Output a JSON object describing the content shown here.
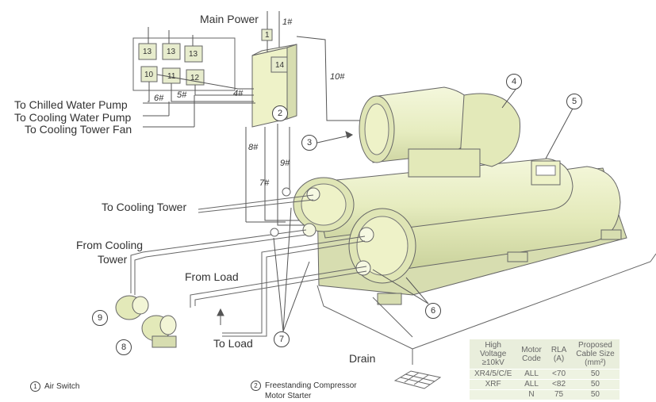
{
  "labels": {
    "main_power": "Main Power",
    "to_chilled_water_pump": "To Chilled Water Pump",
    "to_cooling_water_pump": "To Cooling Water Pump",
    "to_cooling_tower_fan": "To Cooling Tower Fan",
    "to_cooling_tower": "To Cooling Tower",
    "from_cooling_tower_1": "From Cooling",
    "from_cooling_tower_2": "Tower",
    "from_load": "From Load",
    "to_load": "To Load",
    "drain": "Drain"
  },
  "wire_numbers": {
    "w1": "1#",
    "w4": "4#",
    "w5": "5#",
    "w6": "6#",
    "w7": "7#",
    "w8": "8#",
    "w9": "9#",
    "w10": "10#"
  },
  "relay_boxes": [
    "13",
    "13",
    "13",
    "10",
    "11",
    "12",
    "14",
    "1"
  ],
  "callouts": [
    "2",
    "3",
    "4",
    "5",
    "6",
    "7",
    "8",
    "9"
  ],
  "legend": {
    "item1_num": "1",
    "item1_text": "Air Switch",
    "item2_num": "2",
    "item2_text_1": "Freestanding Compressor",
    "item2_text_2": "Motor Starter"
  },
  "table": {
    "headers": [
      [
        "High",
        "Voltage",
        "≥10kV"
      ],
      [
        "Motor",
        "Code"
      ],
      [
        "RLA",
        "(A)"
      ],
      [
        "Proposed",
        "Cable Size",
        "(mm²)"
      ]
    ],
    "rows": [
      [
        "XR4/5/C/E",
        "ALL",
        "<70",
        "50"
      ],
      [
        "XRF",
        "ALL",
        "<82",
        "50"
      ],
      [
        "",
        "N",
        "75",
        "50"
      ]
    ]
  },
  "colors": {
    "chiller_body": "#eef2c8",
    "chiller_shadow": "#d7ddb0",
    "line": "#555555",
    "relay_fill": "#e7eccd"
  }
}
